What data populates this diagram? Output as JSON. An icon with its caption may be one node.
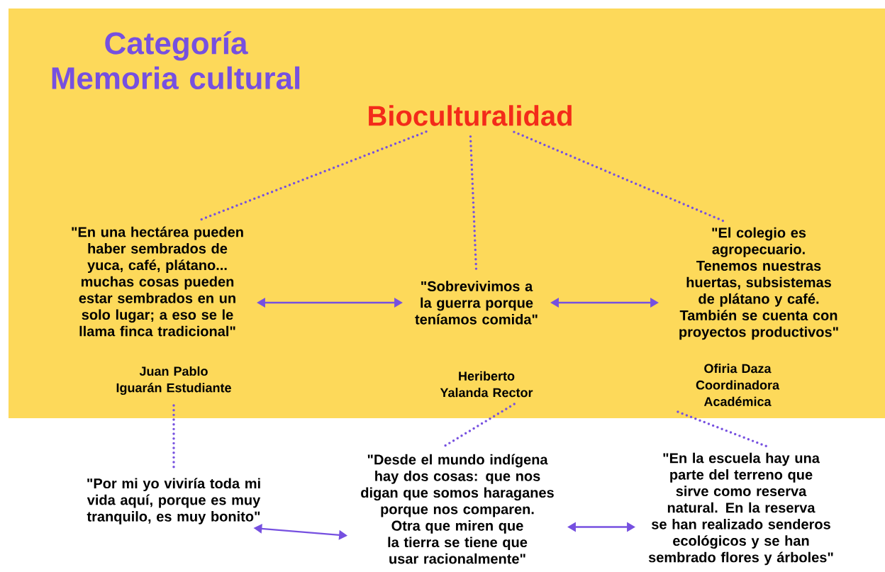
{
  "diagram": {
    "title": "Categoría Memoria cultural",
    "nodes": [
      {
        "text": [
          "Bioculturalidad"
        ]
      },
      {
        "text": [
          "\"En una hectárea pueden haber sembrados de yuca, café, plátano... muchas cosas pueden estar sembrados en un solo lugar; a eso se le llama finca tradicional\""
        ]
      },
      {
        "text": [
          "\"Sobrevivimos a la guerra porque teníamos comida\""
        ]
      },
      {
        "text": [
          "\"El colegio es agropecuario. Tenemos nuestras huertas, subsistemas de plátano y café. También se cuenta con proyectos productivos\""
        ]
      },
      {
        "text": [
          "Juan Pablo Iguarán Estudiante"
        ]
      },
      {
        "text": [
          "Heriberto Yalanda Rector"
        ]
      },
      {
        "text": [
          "Ofiria Daza Coordinadora Académica"
        ]
      },
      {
        "text": [
          "\"Por mi yo viviría toda mi vida aquí, porque es muy tranquilo, es muy bonito\""
        ]
      },
      {
        "text": [
          "\"Desde el mundo indígena hay dos cosas: que nos digan que somos haraganes porque nos comparen.  Otra que miren que la tierra se tiene que usar racionalmente\""
        ]
      },
      {
        "text": [
          "\"En la escuela hay una parte del terreno que sirve como reserva natural. En la reserva se han realizado senderos ecológicos y se han sembrado flores y árboles\""
        ]
      }
    ],
    "edges": [
      {
        "from": 0,
        "to": 1,
        "arrow": "none",
        "style": "dashed"
      },
      {
        "from": 0,
        "to": 2,
        "arrow": "none",
        "style": "dashed"
      },
      {
        "from": 0,
        "to": 3,
        "arrow": "none",
        "style": "dashed"
      },
      {
        "from": 1,
        "to": 2,
        "arrow": "both"
      },
      {
        "from": 2,
        "to": 3,
        "arrow": "both"
      },
      {
        "from": 4,
        "to": 7,
        "arrow": "none",
        "style": "dashed"
      },
      {
        "from": 5,
        "to": 8,
        "arrow": "none",
        "style": "dashed"
      },
      {
        "from": 6,
        "to": 9,
        "arrow": "none",
        "style": "dashed"
      },
      {
        "from": 7,
        "to": 8,
        "arrow": "both"
      },
      {
        "from": 8,
        "to": 9,
        "arrow": "both"
      }
    ]
  }
}
